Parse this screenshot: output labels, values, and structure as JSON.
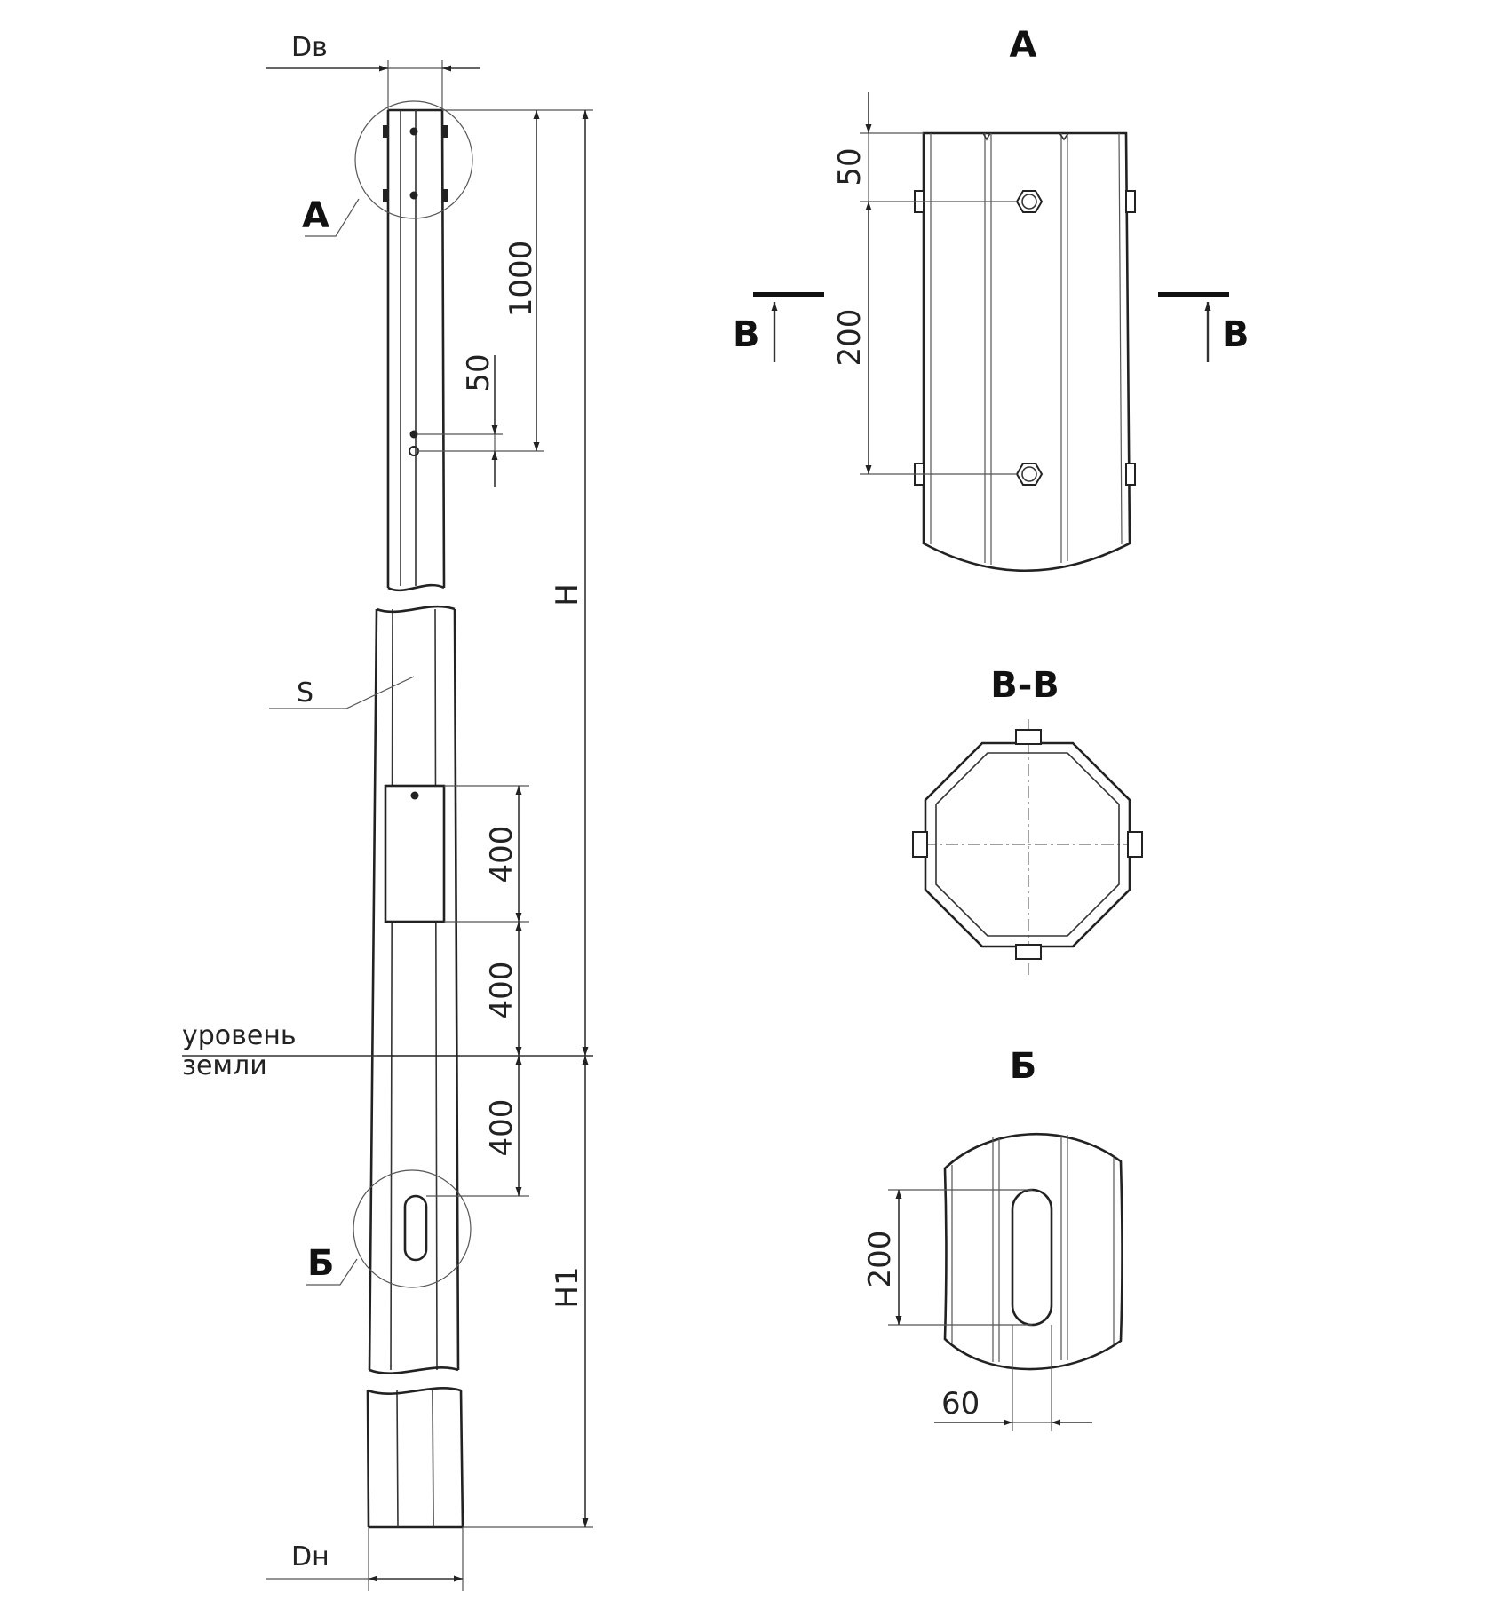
{
  "labels": {
    "d_top": "Dв",
    "d_bottom": "Dн",
    "callout_a": "А",
    "callout_b": "Б",
    "wall": "S",
    "height": "H",
    "height_below": "H1",
    "ground_line1": "уровень",
    "ground_line2": "земли"
  },
  "dims": {
    "top_zone": "1000",
    "hole_step": "50",
    "door": "400",
    "door_to_ground": "400",
    "ground_to_slot": "400",
    "detail_a_top": "50",
    "detail_a_span": "200",
    "slot_height": "200",
    "slot_width": "60"
  },
  "views": {
    "detail_a_title": "А",
    "section_title": "В-В",
    "section_mark": "В",
    "detail_b_title": "Б"
  }
}
